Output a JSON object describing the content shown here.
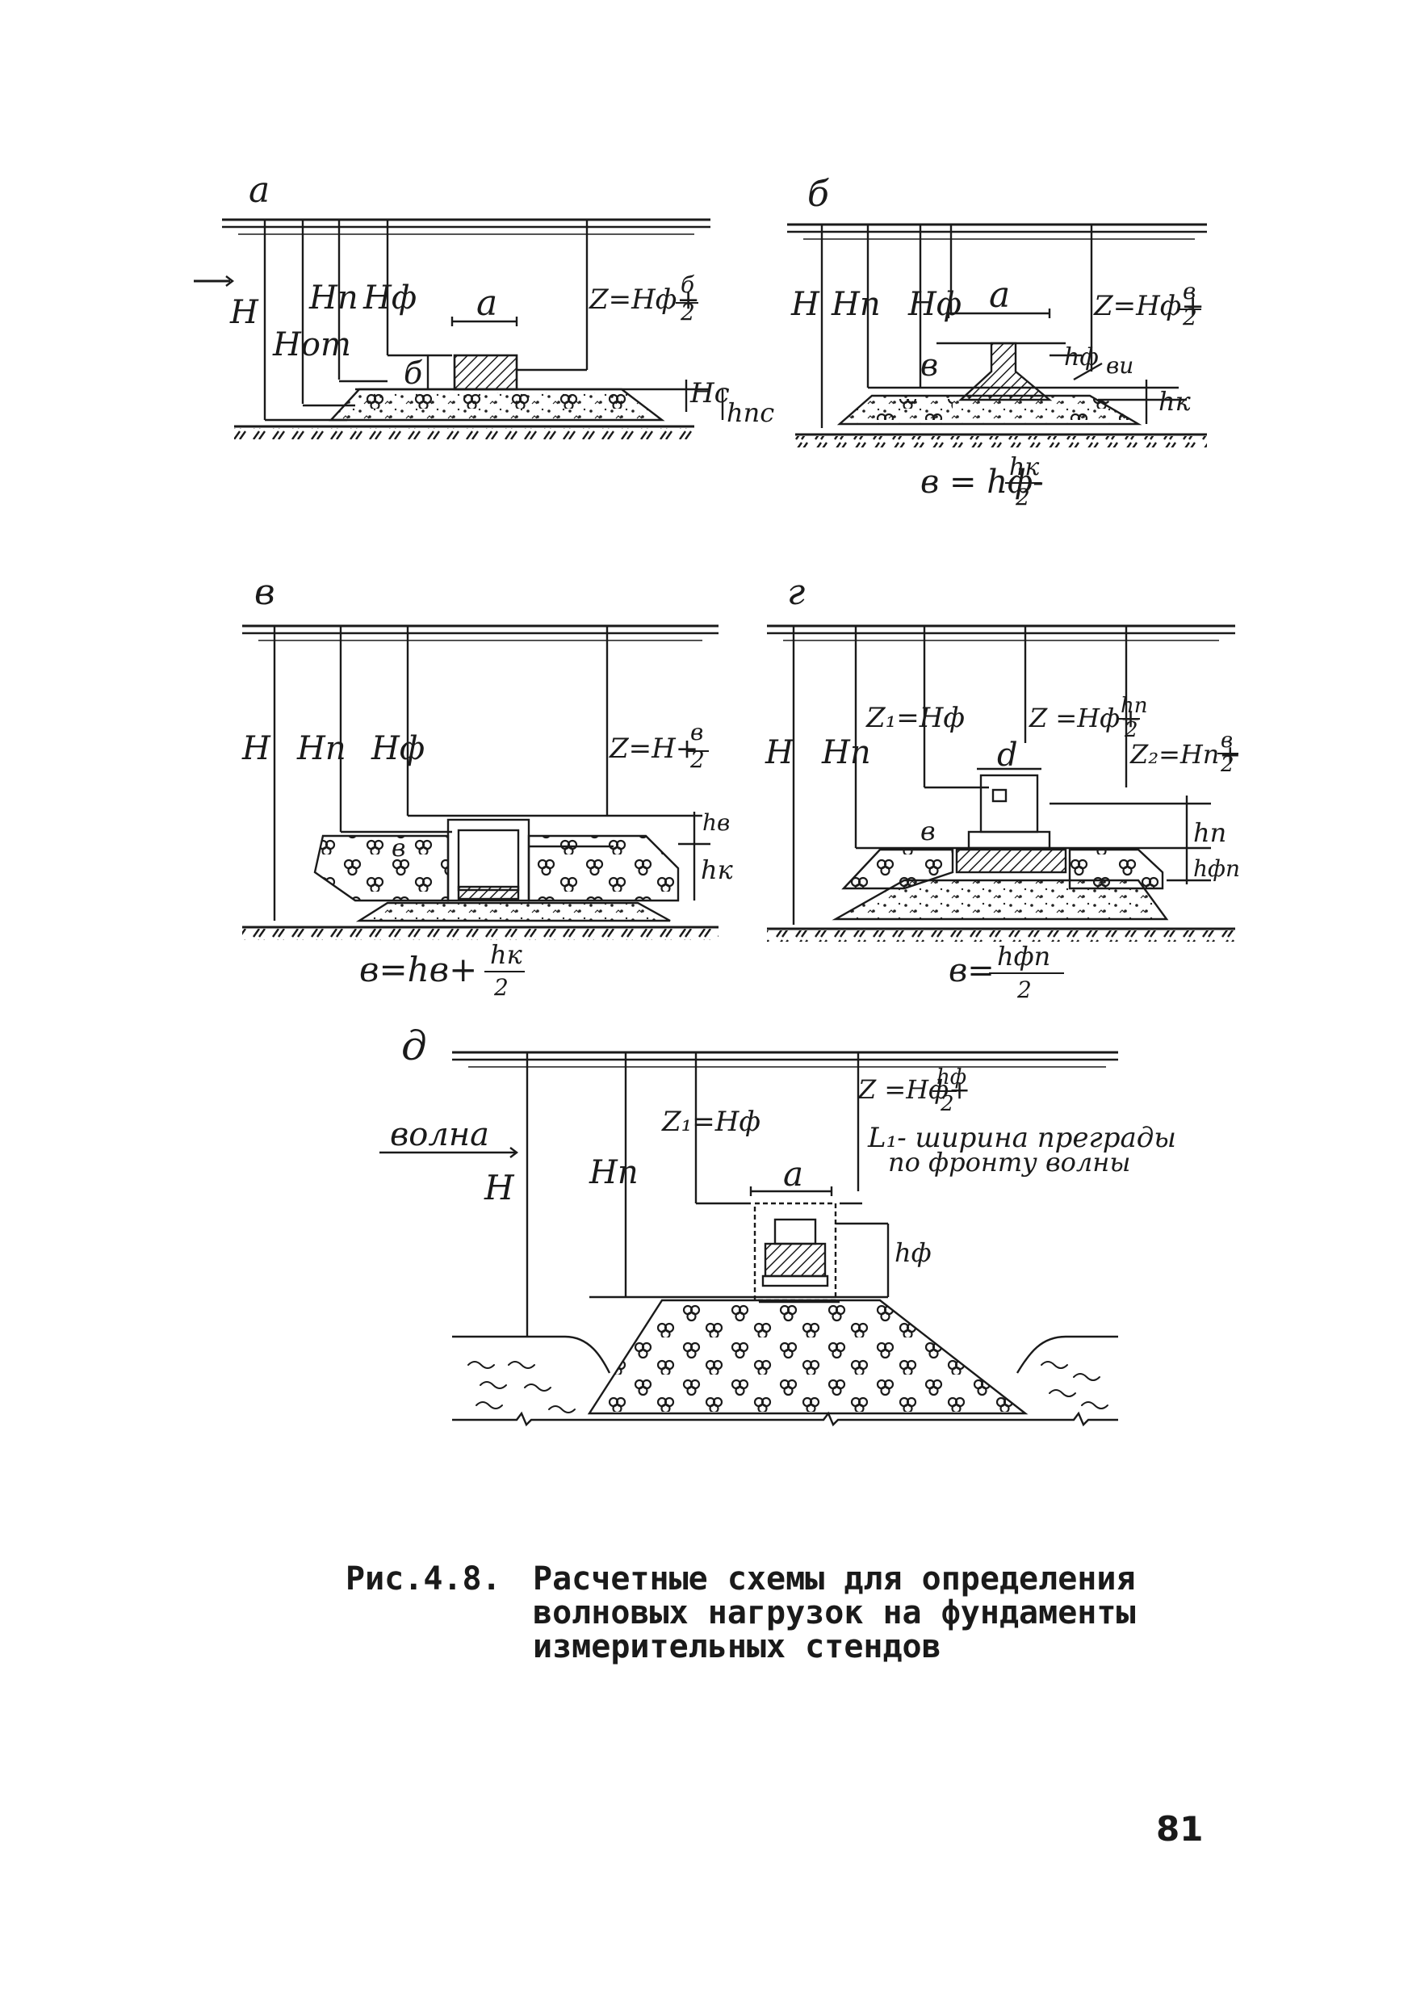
{
  "figure": {
    "label": "Рис.4.8.",
    "caption_lines": [
      "Расчетные схемы для определения",
      "волновых нагрузок на фундаменты",
      "измерительных стендов"
    ]
  },
  "page_number": "81",
  "panels": [
    {
      "id": "a",
      "letter": "а",
      "labels": {
        "H": "H",
        "Hot": "Hот",
        "Hn": "Hп",
        "Hf": "Hф",
        "a": "а",
        "z": "Z=Hф+",
        "z_num": "б",
        "z_den": "2",
        "b": "б",
        "Hc": "Hс",
        "hnc": "hпс"
      }
    },
    {
      "id": "b",
      "letter": "б",
      "labels": {
        "H": "H",
        "Hn": "Hп",
        "Hf": "Hф",
        "a": "а",
        "z": "Z=Hф+",
        "z_num": "в",
        "z_den": "2",
        "hf": "hф",
        "bu": "ви",
        "b": "в",
        "hk": "hк",
        "f_lhs": "в = hф-",
        "f_num": "hк",
        "f_den": "2"
      }
    },
    {
      "id": "v",
      "letter": "в",
      "labels": {
        "H": "H",
        "Hn": "Hп",
        "Hf": "Hф",
        "z": "Z=H+",
        "z_num": "в",
        "z_den": "2",
        "hb": "hв",
        "hk": "hк",
        "b": "в",
        "f_lhs": "в=hв+",
        "f_num": "hк",
        "f_den": "2"
      }
    },
    {
      "id": "g",
      "letter": "г",
      "labels": {
        "H": "H",
        "Hn": "Hп",
        "z1": "Z₁=Hф",
        "z": "Z =Hф+",
        "z_num": "hп",
        "z_den": "2",
        "z2": "Z₂=Hп+",
        "z2_num": "в",
        "z2_den": "2",
        "d": "d",
        "b": "в",
        "hn": "hп",
        "hfp": "hфп",
        "f_lhs": "в=",
        "f_num": "hфп",
        "f_den": "2"
      }
    },
    {
      "id": "d",
      "letter": "д",
      "labels": {
        "wave": "волна",
        "H": "H",
        "Hn": "Hп",
        "z1": "Z₁=Hф",
        "z": "Z =Hф+",
        "z_num": "hф",
        "z_den": "2",
        "note1": "L₁- ширина преграды",
        "note2": "по фронту волны",
        "a": "а",
        "hf": "hф"
      }
    }
  ]
}
